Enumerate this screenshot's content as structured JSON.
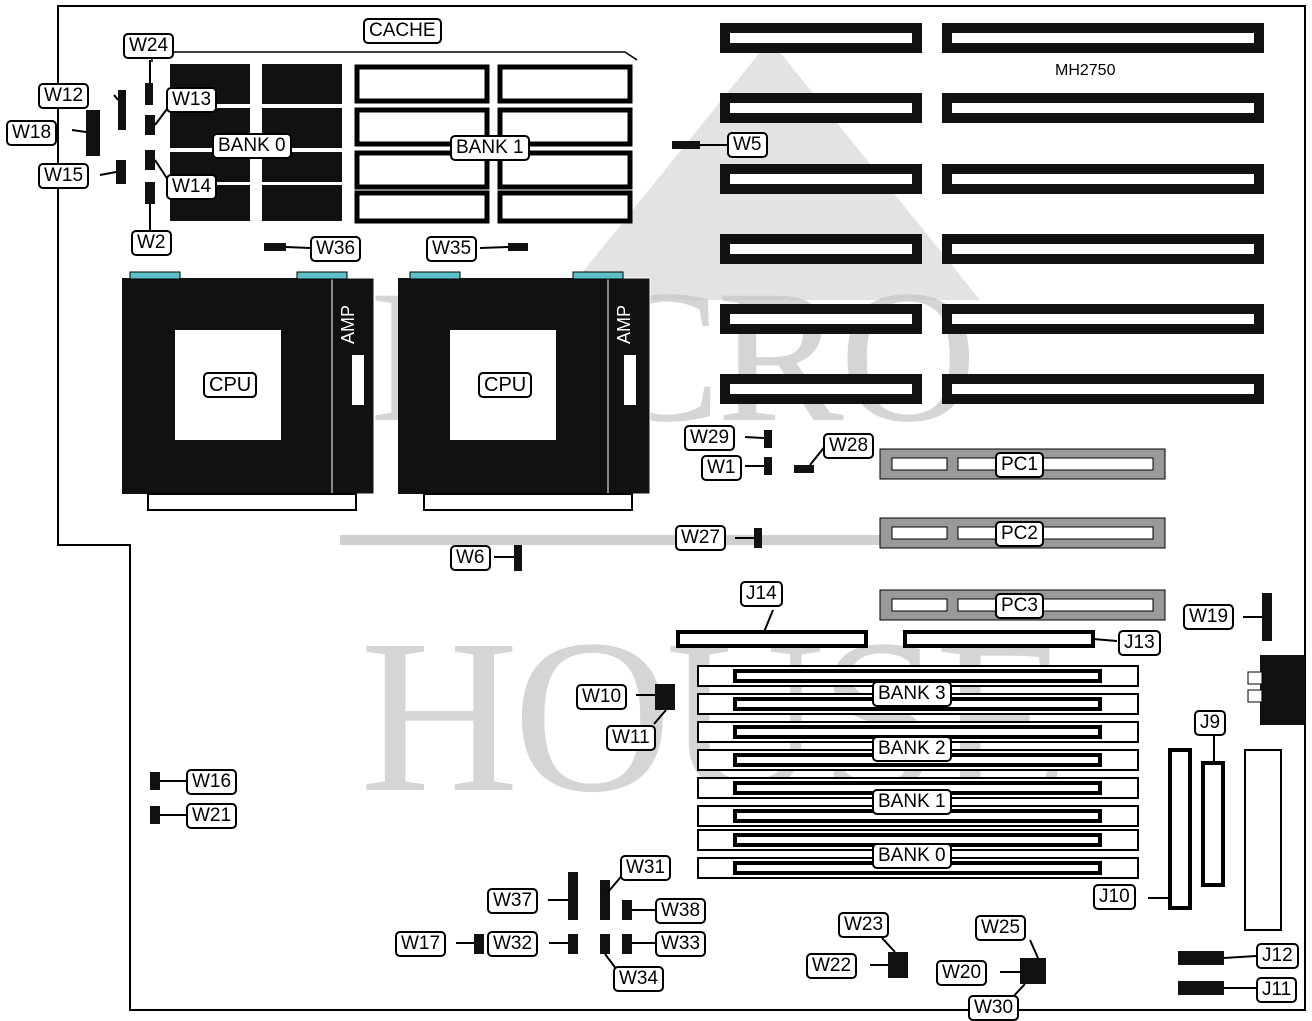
{
  "board": {
    "model": "MH2750",
    "watermark": "MICRO HOUSE"
  },
  "labels": {
    "cache": "CACHE",
    "bank0_cache": "BANK 0",
    "bank1_cache": "BANK 1",
    "cpu1": "CPU",
    "cpu2": "CPU",
    "amp1": "AMP",
    "amp2": "AMP",
    "pc1": "PC1",
    "pc2": "PC2",
    "pc3": "PC3",
    "j14": "J14",
    "j13": "J13",
    "j9": "J9",
    "j10": "J10",
    "j11": "J11",
    "j12": "J12",
    "bank3": "BANK 3",
    "bank2": "BANK 2",
    "bank1": "BANK 1",
    "bank0": "BANK 0"
  },
  "jumpers": {
    "w1": "W1",
    "w2": "W2",
    "w5": "W5",
    "w6": "W6",
    "w10": "W10",
    "w11": "W11",
    "w12": "W12",
    "w13": "W13",
    "w14": "W14",
    "w15": "W15",
    "w16": "W16",
    "w17": "W17",
    "w18": "W18",
    "w19": "W19",
    "w20": "W20",
    "w21": "W21",
    "w22": "W22",
    "w23": "W23",
    "w24": "W24",
    "w25": "W25",
    "w27": "W27",
    "w28": "W28",
    "w29": "W29",
    "w30": "W30",
    "w31": "W31",
    "w32": "W32",
    "w33": "W33",
    "w34": "W34",
    "w35": "W35",
    "w36": "W36",
    "w37": "W37",
    "w38": "W38"
  },
  "colors": {
    "board_outline": "#000000",
    "slot_gray": "#999999",
    "watermark": "#c8c8c8",
    "cpu_lever": "#5bc0c8"
  }
}
